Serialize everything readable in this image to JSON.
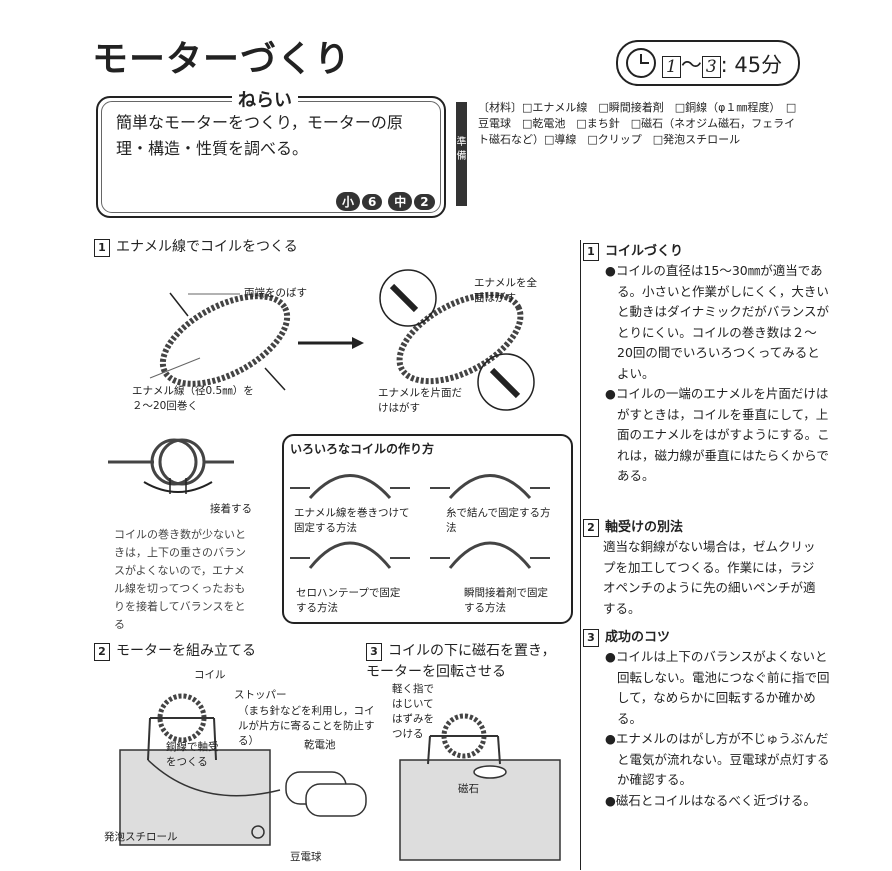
{
  "header": {
    "title": "モーターづくり",
    "time_from": "1",
    "time_to": "3",
    "time_sep": "〜",
    "time_minutes": ": 45分"
  },
  "aim": {
    "label": "ねらい",
    "text": "簡単なモーターをつくり，モーターの原理・構造・性質を調べる。",
    "grade_elem_label": "小",
    "grade_elem": "6",
    "grade_mid_label": "中",
    "grade_mid": "2"
  },
  "prep": {
    "label": "準備",
    "materials": "〔材料〕□エナメル線　□瞬間接着剤　□銅線（φ１㎜程度）　□豆電球　□乾電池　□まち針　□磁石（ネオジム磁石，フェライト磁石など）□導線　□クリップ　□発泡スチロール"
  },
  "section1": {
    "num": "1",
    "title": "エナメル線でコイルをつくる",
    "label_both_ends": "両端をのばす",
    "label_wire": "エナメル線（径0.5㎜）を２〜20回巻く",
    "label_strip_all": "エナメルを全面はがす",
    "label_strip_half": "エナメルを片面だけはがす",
    "label_glue": "接着する",
    "note": "コイルの巻き数が少ないときは，上下の重さのバランスがよくないので，エナメル線を切ってつくったおもりを接着してバランスをとる",
    "methods_title": "いろいろなコイルの作り方",
    "methods": [
      "エナメル線を巻きつけて固定する方法",
      "糸で結んで固定する方法",
      "セロハンテープで固定する方法",
      "瞬間接着剤で固定する方法"
    ]
  },
  "section2": {
    "num": "2",
    "title": "モーターを組み立てる",
    "label_coil": "コイル",
    "label_stopper": "ストッパー",
    "label_stopper_note": "（まち針などを利用し，コイルが片方に寄ることを防止する）",
    "label_bearing": "銅線で軸受をつくる",
    "label_battery": "乾電池",
    "label_foam": "発泡スチロール",
    "label_bulb": "豆電球"
  },
  "section3": {
    "num": "3",
    "title": "コイルの下に磁石を置き，モーターを回転させる",
    "label_flick": "軽く指ではじいてはずみをつける",
    "label_magnet": "磁石"
  },
  "right": {
    "s1": {
      "num": "1",
      "title": "コイルづくり",
      "b1": "●コイルの直径は15〜30㎜が適当である。小さいと作業がしにくく，大きいと動きはダイナミックだがバランスがとりにくい。コイルの巻き数は２〜20回の間でいろいろつくってみるとよい。",
      "b2": "●コイルの一端のエナメルを片面だけはがすときは，コイルを垂直にして，上面のエナメルをはがすようにする。これは，磁力線が垂直にはたらくからである。"
    },
    "s2": {
      "num": "2",
      "title": "軸受けの別法",
      "text": "適当な銅線がない場合は，ゼムクリップを加工してつくる。作業には，ラジオペンチのように先の細いペンチが適する。"
    },
    "s3": {
      "num": "3",
      "title": "成功のコツ",
      "b1": "●コイルは上下のバランスがよくないと回転しない。電池につなぐ前に指で回して，なめらかに回転するか確かめる。",
      "b2": "●エナメルのはがし方が不じゅうぶんだと電気が流れない。豆電球が点灯するか確認する。",
      "b3": "●磁石とコイルはなるべく近づける。"
    }
  }
}
